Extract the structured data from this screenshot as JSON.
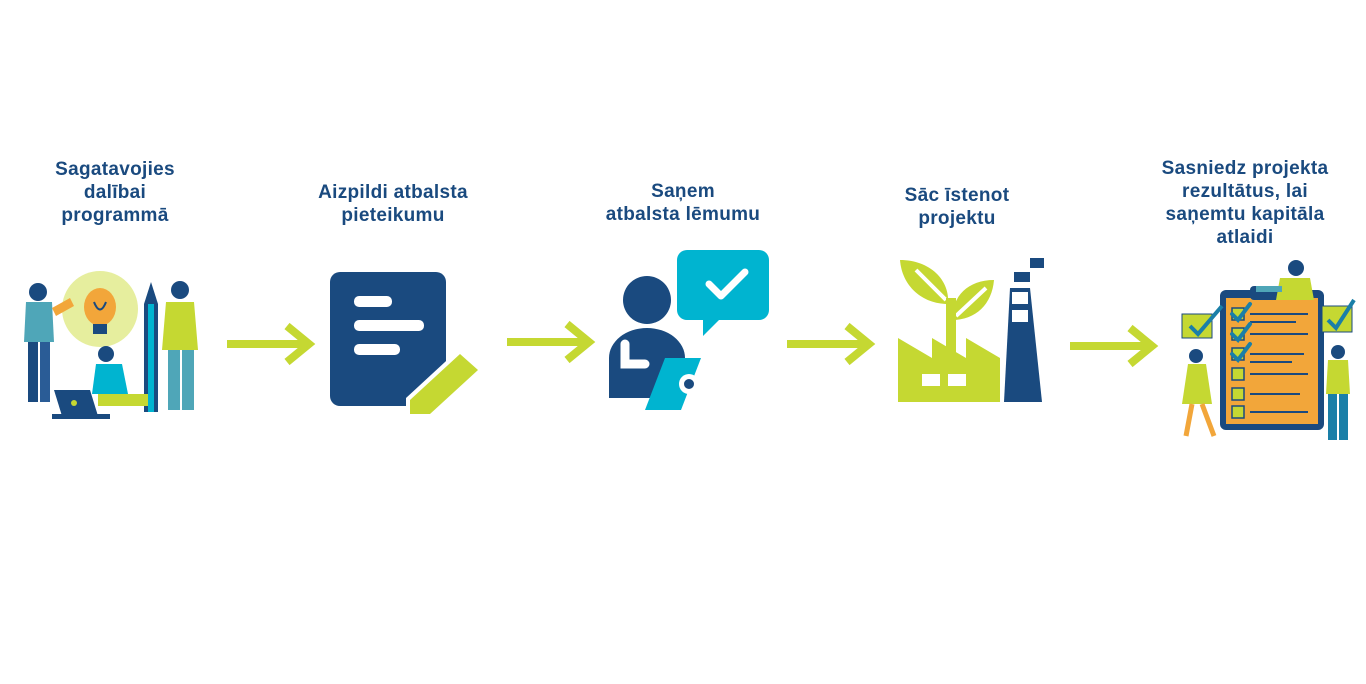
{
  "steps": [
    {
      "lines": [
        "Sagatavojies",
        "dalībai",
        "programmā"
      ],
      "icon": "people-lightbulb-laptop-icon"
    },
    {
      "lines": [
        "Aizpildi atbalsta",
        "pieteikumu"
      ],
      "icon": "document-pencil-icon"
    },
    {
      "lines": [
        "Saņem",
        "atbalsta lēmumu"
      ],
      "icon": "person-approval-chat-icon"
    },
    {
      "lines": [
        "Sāc īstenot",
        "projektu"
      ],
      "icon": "plant-factory-icon"
    },
    {
      "lines": [
        "Sasniedz projekta",
        "rezultātus, lai",
        "saņemtu kapitāla",
        "atlaidi"
      ],
      "icon": "people-checklist-clipboard-icon"
    }
  ],
  "colors": {
    "navy": "#1a4a7f",
    "lime": "#c5d832",
    "cyan": "#00b4d0",
    "orange": "#f2a63a"
  }
}
